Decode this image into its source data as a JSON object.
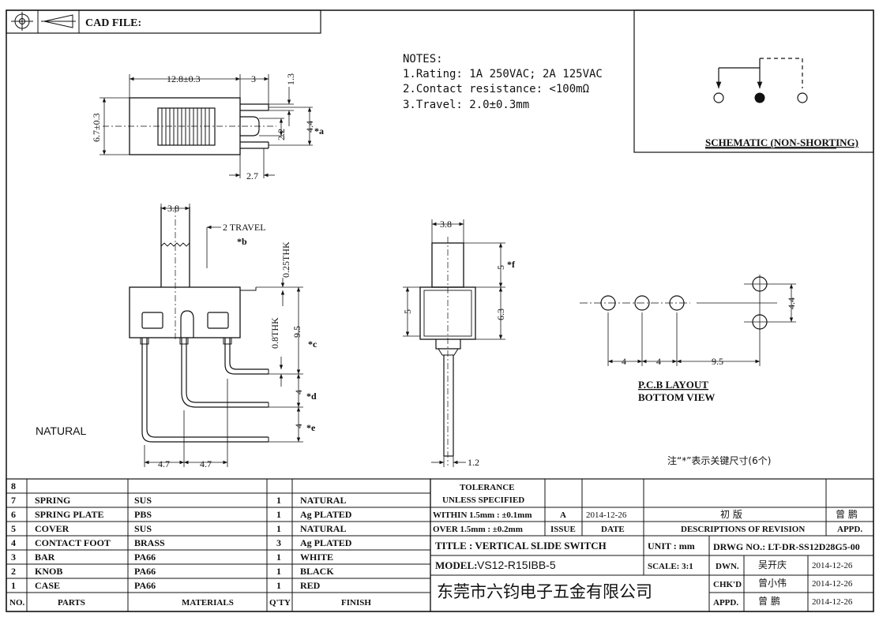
{
  "header": {
    "cad_label": "CAD FILE:"
  },
  "notes": {
    "title": "NOTES:",
    "lines": [
      "1.Rating: 1A 250VAC; 2A 125VAC",
      "2.Contact resistance: <100mΩ",
      "3.Travel: 2.0±0.3mm"
    ]
  },
  "schematic": {
    "title": "SCHEMATIC (NON-SHORTING)"
  },
  "top_view": {
    "dim_length": "12.8±0.3",
    "dim_tail": "3",
    "dim_pin_w": "1.3",
    "dim_width": "6.7±0.3",
    "dim_gap": "2.2",
    "dim_span": "4.4",
    "mark_a": "*a",
    "dim_foot": "2.7"
  },
  "side_view": {
    "dim_knob": "3.8",
    "travel": "2 TRAVEL",
    "mark_b": "*b",
    "thk1": "0.25THK",
    "thk2": "0.8THK",
    "dim_h": "9.5",
    "mark_c": "*c",
    "dim_d": "4",
    "mark_d": "*d",
    "dim_e": "4",
    "mark_e": "*e",
    "pitch1": "4.7",
    "pitch2": "4.7",
    "natural": "NATURAL"
  },
  "end_view": {
    "dim_knob": "3.8",
    "dim_knob_h": "5",
    "mark_f": "*f",
    "dim_body": "6.3",
    "dim_side": "5",
    "dim_pin": "1.2"
  },
  "pcb": {
    "dim1": "4",
    "dim2": "4",
    "dim3": "9.5",
    "dim4": "4.4",
    "title1": "P.C.B LAYOUT",
    "title2": "BOTTOM VIEW"
  },
  "key_note": "注“*”表示关键尺寸(6个)",
  "bom": {
    "rows": [
      {
        "no": "8",
        "part": "",
        "material": "",
        "qty": "",
        "finish": ""
      },
      {
        "no": "7",
        "part": "SPRING",
        "material": "SUS",
        "qty": "1",
        "finish": "NATURAL"
      },
      {
        "no": "6",
        "part": "SPRING PLATE",
        "material": "PBS",
        "qty": "1",
        "finish": "Ag PLATED"
      },
      {
        "no": "5",
        "part": "COVER",
        "material": "SUS",
        "qty": "1",
        "finish": "NATURAL"
      },
      {
        "no": "4",
        "part": "CONTACT FOOT",
        "material": "BRASS",
        "qty": "3",
        "finish": "Ag PLATED"
      },
      {
        "no": "3",
        "part": "BAR",
        "material": "PA66",
        "qty": "1",
        "finish": "WHITE"
      },
      {
        "no": "2",
        "part": "KNOB",
        "material": "PA66",
        "qty": "1",
        "finish": "BLACK"
      },
      {
        "no": "1",
        "part": "CASE",
        "material": "PA66",
        "qty": "1",
        "finish": "RED"
      }
    ],
    "headers": {
      "no": "NO.",
      "part": "PARTS",
      "material": "MATERIALS",
      "qty": "Q'TY",
      "finish": "FINISH"
    }
  },
  "title_block": {
    "tol_title1": "TOLERANCE",
    "tol_title2": "UNLESS SPECIFIED",
    "tol_within": "WITHIN 1.5mm : ±0.1mm",
    "tol_over": "OVER 1.5mm : ±0.2mm",
    "rev": "A",
    "rev_date": "2014-12-26",
    "rev_desc": "初 版",
    "rev_appd": "曾 鹏",
    "issue_h": "ISSUE",
    "date_h": "DATE",
    "desc_h": "DESCRIPTIONS OF REVISION",
    "appd_h": "APPD.",
    "title": "TITLE : VERTICAL SLIDE SWITCH",
    "unit": "UNIT :  mm",
    "drwg_no": "DRWG NO.: LT-DR-SS12D28G5-00",
    "model_label": "MODEL:",
    "model": "VS12-R15IBB-5",
    "scale": "SCALE:  3:1",
    "dwn_h": "DWN.",
    "dwn": "吴开庆",
    "dwn_date": "2014-12-26",
    "company": "东莞市六钧电子五金有限公司",
    "chk_h": "CHK'D",
    "chk": "曾小伟",
    "chk_date": "2014-12-26",
    "appd2_h": "APPD.",
    "appd2": "曾 鹏",
    "appd2_date": "2014-12-26"
  }
}
